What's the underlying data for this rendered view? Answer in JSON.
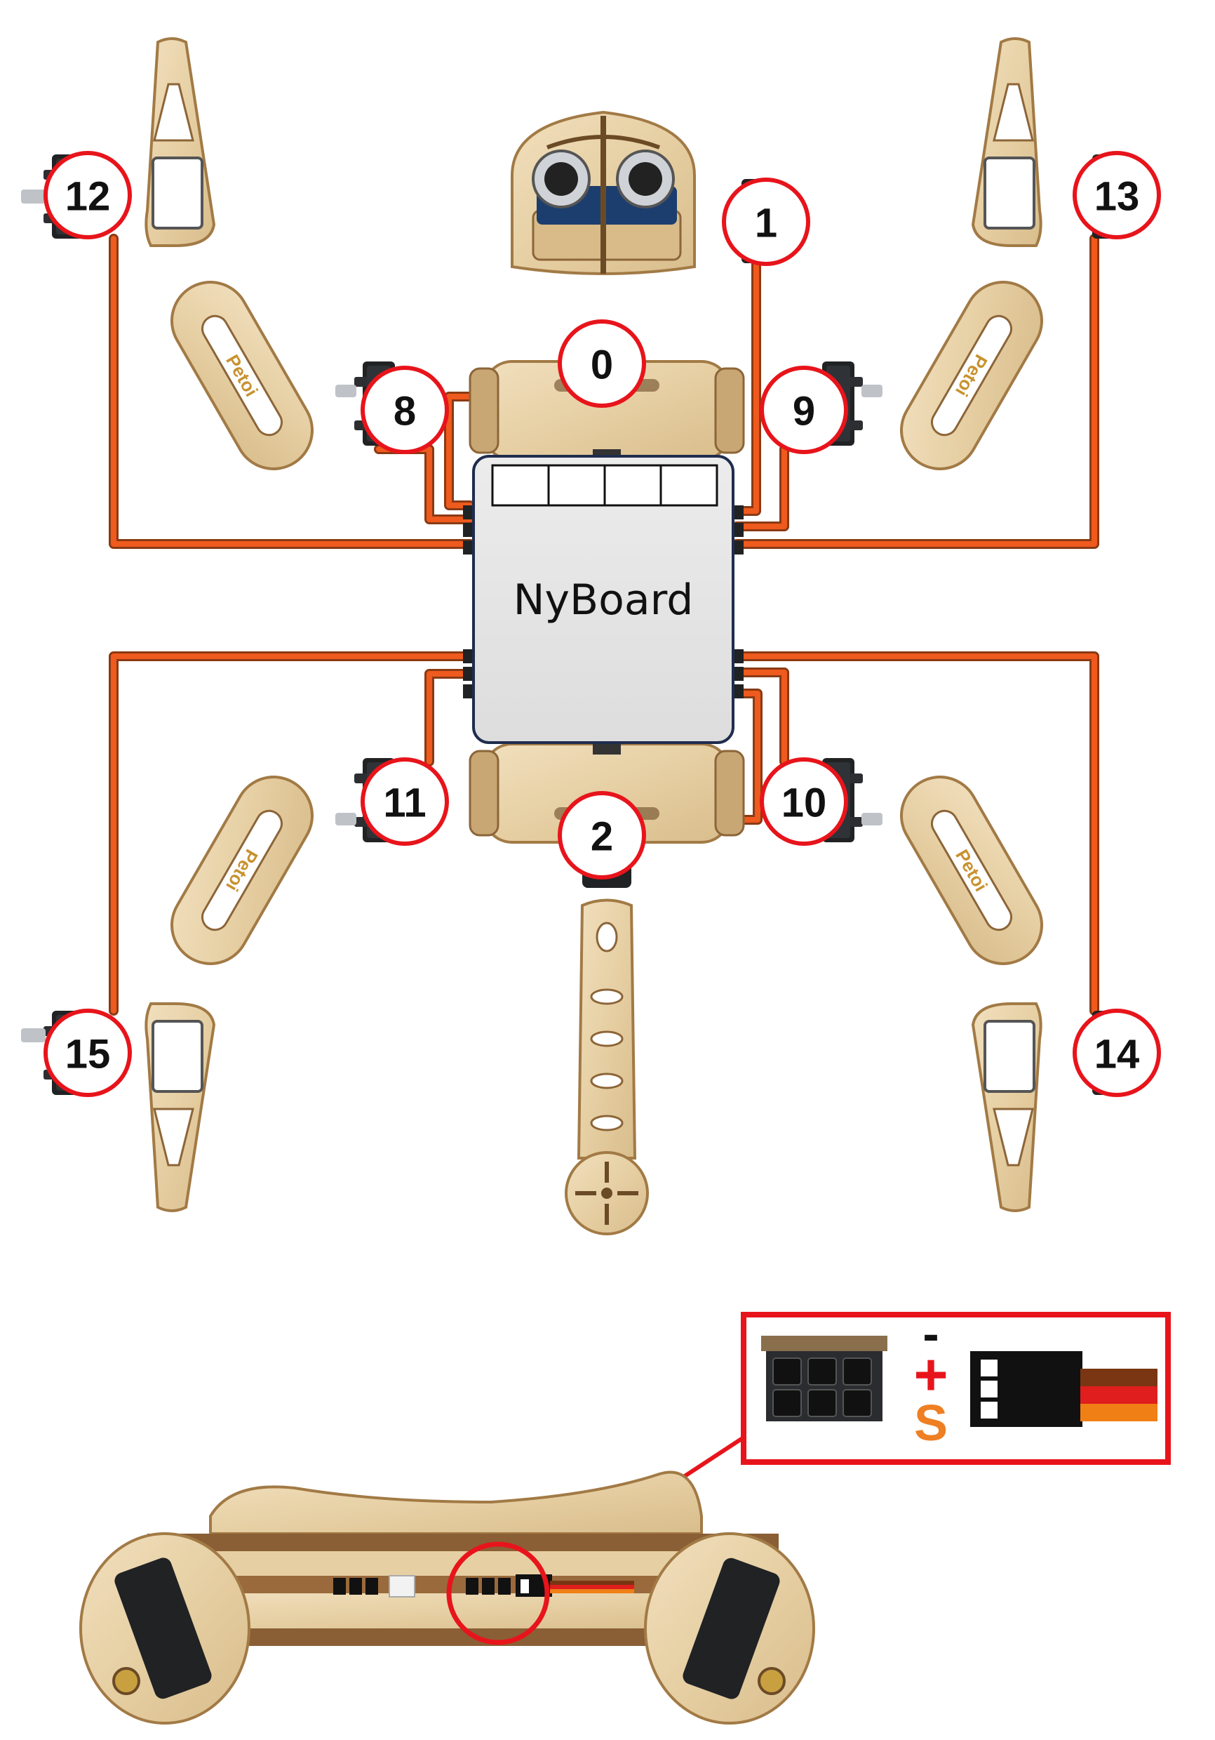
{
  "board": {
    "label": "NyBoard"
  },
  "brand_engraving": "Petoi",
  "servo_labels": {
    "s0": "0",
    "s1": "1",
    "s2": "2",
    "s8": "8",
    "s9": "9",
    "s10": "10",
    "s11": "11",
    "s12": "12",
    "s13": "13",
    "s14": "14",
    "s15": "15"
  },
  "pin_legend": {
    "minus": "-",
    "plus": "+",
    "signal": "S"
  },
  "colors": {
    "label_ring": "#e8141b",
    "wire_orange": "#ef5a1e",
    "wire_brown": "#8a3a14",
    "wire_red": "#e01e1e",
    "wood": "#e8d2a8",
    "wood_edge": "#a27a45",
    "servo_body": "#202224",
    "board_fill": "#e6e6e6",
    "board_border": "#1f2d4e",
    "plus_color": "#e8141b",
    "signal_color": "#ee7f22"
  }
}
